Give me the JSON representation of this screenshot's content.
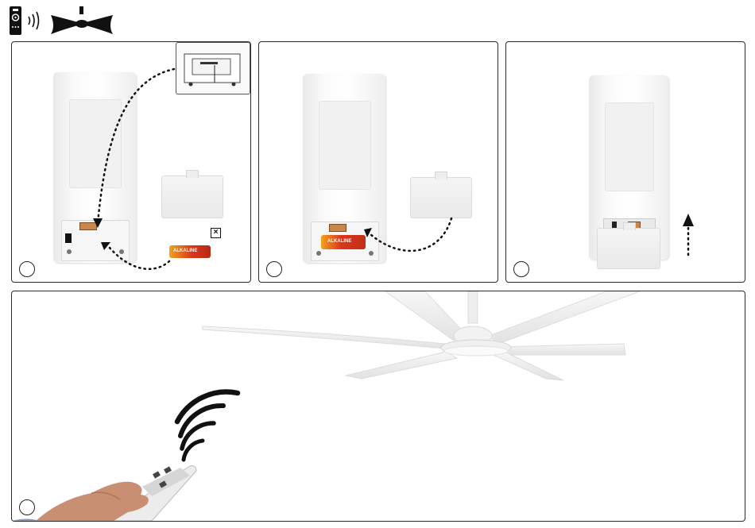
{
  "header": {
    "icons": [
      "remote-control-icon",
      "signal-waves-icon",
      "ceiling-fan-icon"
    ]
  },
  "steps": [
    {
      "id": 1,
      "number": "",
      "action": "remove-cover-and-old-battery"
    },
    {
      "id": 2,
      "number": "",
      "action": "insert-new-battery"
    },
    {
      "id": 3,
      "number": "",
      "action": "slide-cover-closed"
    },
    {
      "id": 4,
      "number": "",
      "action": "point-remote-at-fan"
    }
  ],
  "battery": {
    "text": "ALKALINE",
    "text_2": "ALKALINE"
  },
  "colors": {
    "border": "#2b2b2b",
    "battery_red": "#d9361c",
    "battery_orange": "#f2a21d",
    "contact_copper": "#c9874a",
    "signal": "#111111",
    "skin": "#c98f72"
  }
}
